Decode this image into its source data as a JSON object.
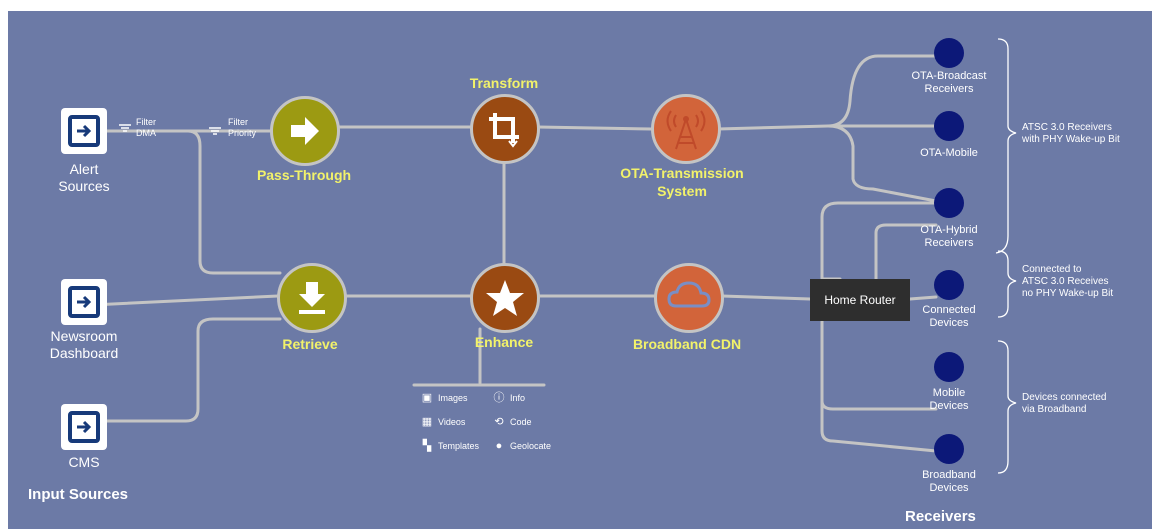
{
  "sources": {
    "alert": [
      "Alert",
      "Sources"
    ],
    "newsroom": [
      "Newsroom",
      "Dashboard"
    ],
    "cms": [
      "CMS"
    ],
    "section_title": "Input Sources"
  },
  "filters": {
    "dma": [
      "Filter",
      "DMA"
    ],
    "priority": [
      "Filter",
      "Priority"
    ]
  },
  "nodes": {
    "pass_through": "Pass-Through",
    "retrieve": "Retrieve",
    "transform": "Transform",
    "enhance": "Enhance",
    "ota": [
      "OTA-Transmission",
      "System"
    ],
    "cdn": "Broadband CDN"
  },
  "router": "Home Router",
  "enhance_options": {
    "images": "Images",
    "videos": "Videos",
    "templates": "Templates",
    "info": "Info",
    "code": "Code",
    "geolocate": "Geolocate"
  },
  "receivers": {
    "ota_broadcast": [
      "OTA-Broadcast",
      "Receivers"
    ],
    "ota_mobile": [
      "OTA-Mobile"
    ],
    "ota_hybrid": [
      "OTA-Hybrid",
      "Receivers"
    ],
    "connected": [
      "Connected",
      "Devices"
    ],
    "mobile": [
      "Mobile",
      "Devices"
    ],
    "broadband": [
      "Broadband",
      "Devices"
    ],
    "section_title": "Receivers"
  },
  "groups": {
    "atsc": [
      "ATSC 3.0 Receivers",
      "with PHY Wake-up Bit"
    ],
    "connected": [
      "Connected to",
      "ATSC 3.0 Receives",
      "no PHY Wake-up Bit"
    ],
    "broadband": [
      "Devices connected",
      "via Broadband"
    ]
  },
  "colors": {
    "background": "#6c7aa6",
    "line": "#c4c4c4",
    "olive": "#9c9a12",
    "brown": "#9a4a12",
    "orange": "#d2643a",
    "receiver": "#0c1878",
    "highlight_text": "#f2f26a"
  }
}
